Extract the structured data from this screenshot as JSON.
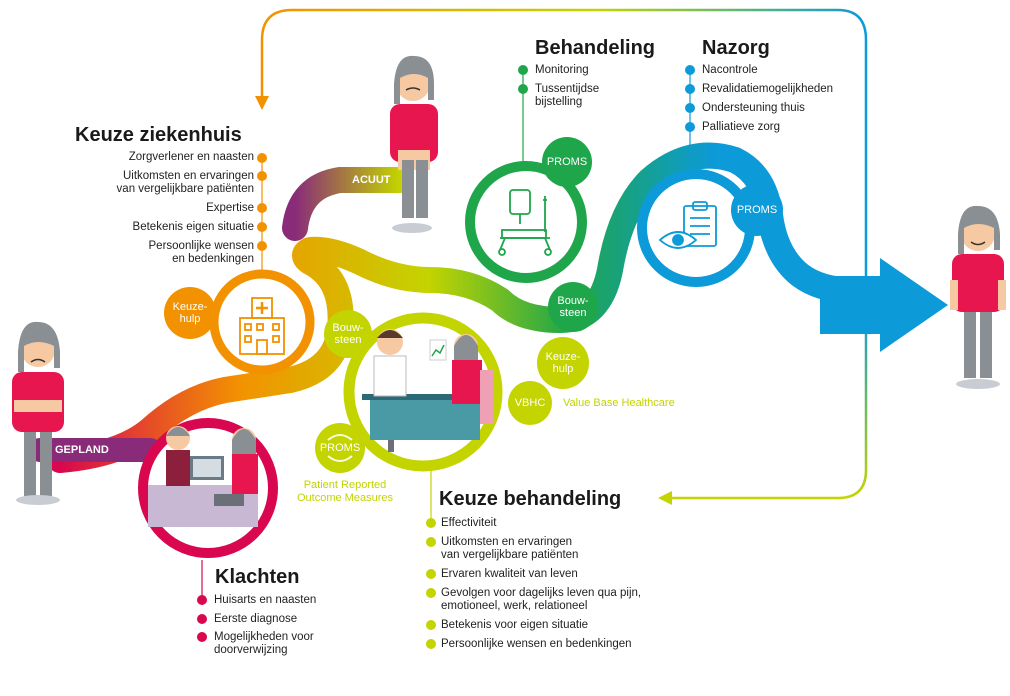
{
  "colors": {
    "orange": "#f39200",
    "magenta": "#d9074f",
    "purple": "#8a2b7a",
    "lime": "#c3d400",
    "green": "#1fa64a",
    "blue": "#0c9ad9",
    "skin": "#f6c9a3",
    "shirt": "#e8164f",
    "hair": "#8a8f94",
    "pants": "#8a8f94"
  },
  "sections": {
    "keuze_ziekenhuis": {
      "title": "Keuze ziekenhuis",
      "items": [
        "Zorgverlener en naasten",
        "Uitkomsten en ervaringen",
        "van vergelijkbare patiënten",
        "Expertise",
        "Betekenis eigen situatie",
        "Persoonlijke wensen",
        "en bedenkingen"
      ]
    },
    "behandeling": {
      "title": "Behandeling",
      "items": [
        "Monitoring",
        "Tussentijdse",
        "bijstelling"
      ]
    },
    "nazorg": {
      "title": "Nazorg",
      "items": [
        "Nacontrole",
        "Revalidatiemogelijkheden",
        "Ondersteuning thuis",
        "Palliatieve zorg"
      ]
    },
    "keuze_behandeling": {
      "title": "Keuze behandeling",
      "items": [
        "Effectiviteit",
        "Uitkomsten en ervaringen",
        "van vergelijkbare patiënten",
        "Ervaren kwaliteit van leven",
        "Gevolgen voor dagelijks leven qua pijn,",
        "emotioneel, werk, relationeel",
        "Betekenis voor eigen situatie",
        "Persoonlijke wensen en bedenkingen"
      ]
    },
    "klachten": {
      "title": "Klachten",
      "items": [
        "Huisarts en naasten",
        "Eerste diagnose",
        "Mogelijkheden voor",
        "doorverwijzing"
      ]
    }
  },
  "badges": {
    "keuzehulp_1": [
      "Keuze-",
      "hulp"
    ],
    "keuzehulp_2": [
      "Keuze-",
      "hulp"
    ],
    "bouwsteen_1": [
      "Bouw-",
      "steen"
    ],
    "bouwsteen_2": [
      "Bouw-",
      "steen"
    ],
    "proms_behandeling": "PROMS",
    "proms_nazorg": "PROMS",
    "proms_keuze": "PROMS",
    "vbhc": "VBHC"
  },
  "tags": {
    "acuut": "ACUUT",
    "gepland": "GEPLAND"
  },
  "captions": {
    "vbhc": "Value Base Healthcare",
    "proms_1": "Patient Reported",
    "proms_2": "Outcome Measures"
  }
}
